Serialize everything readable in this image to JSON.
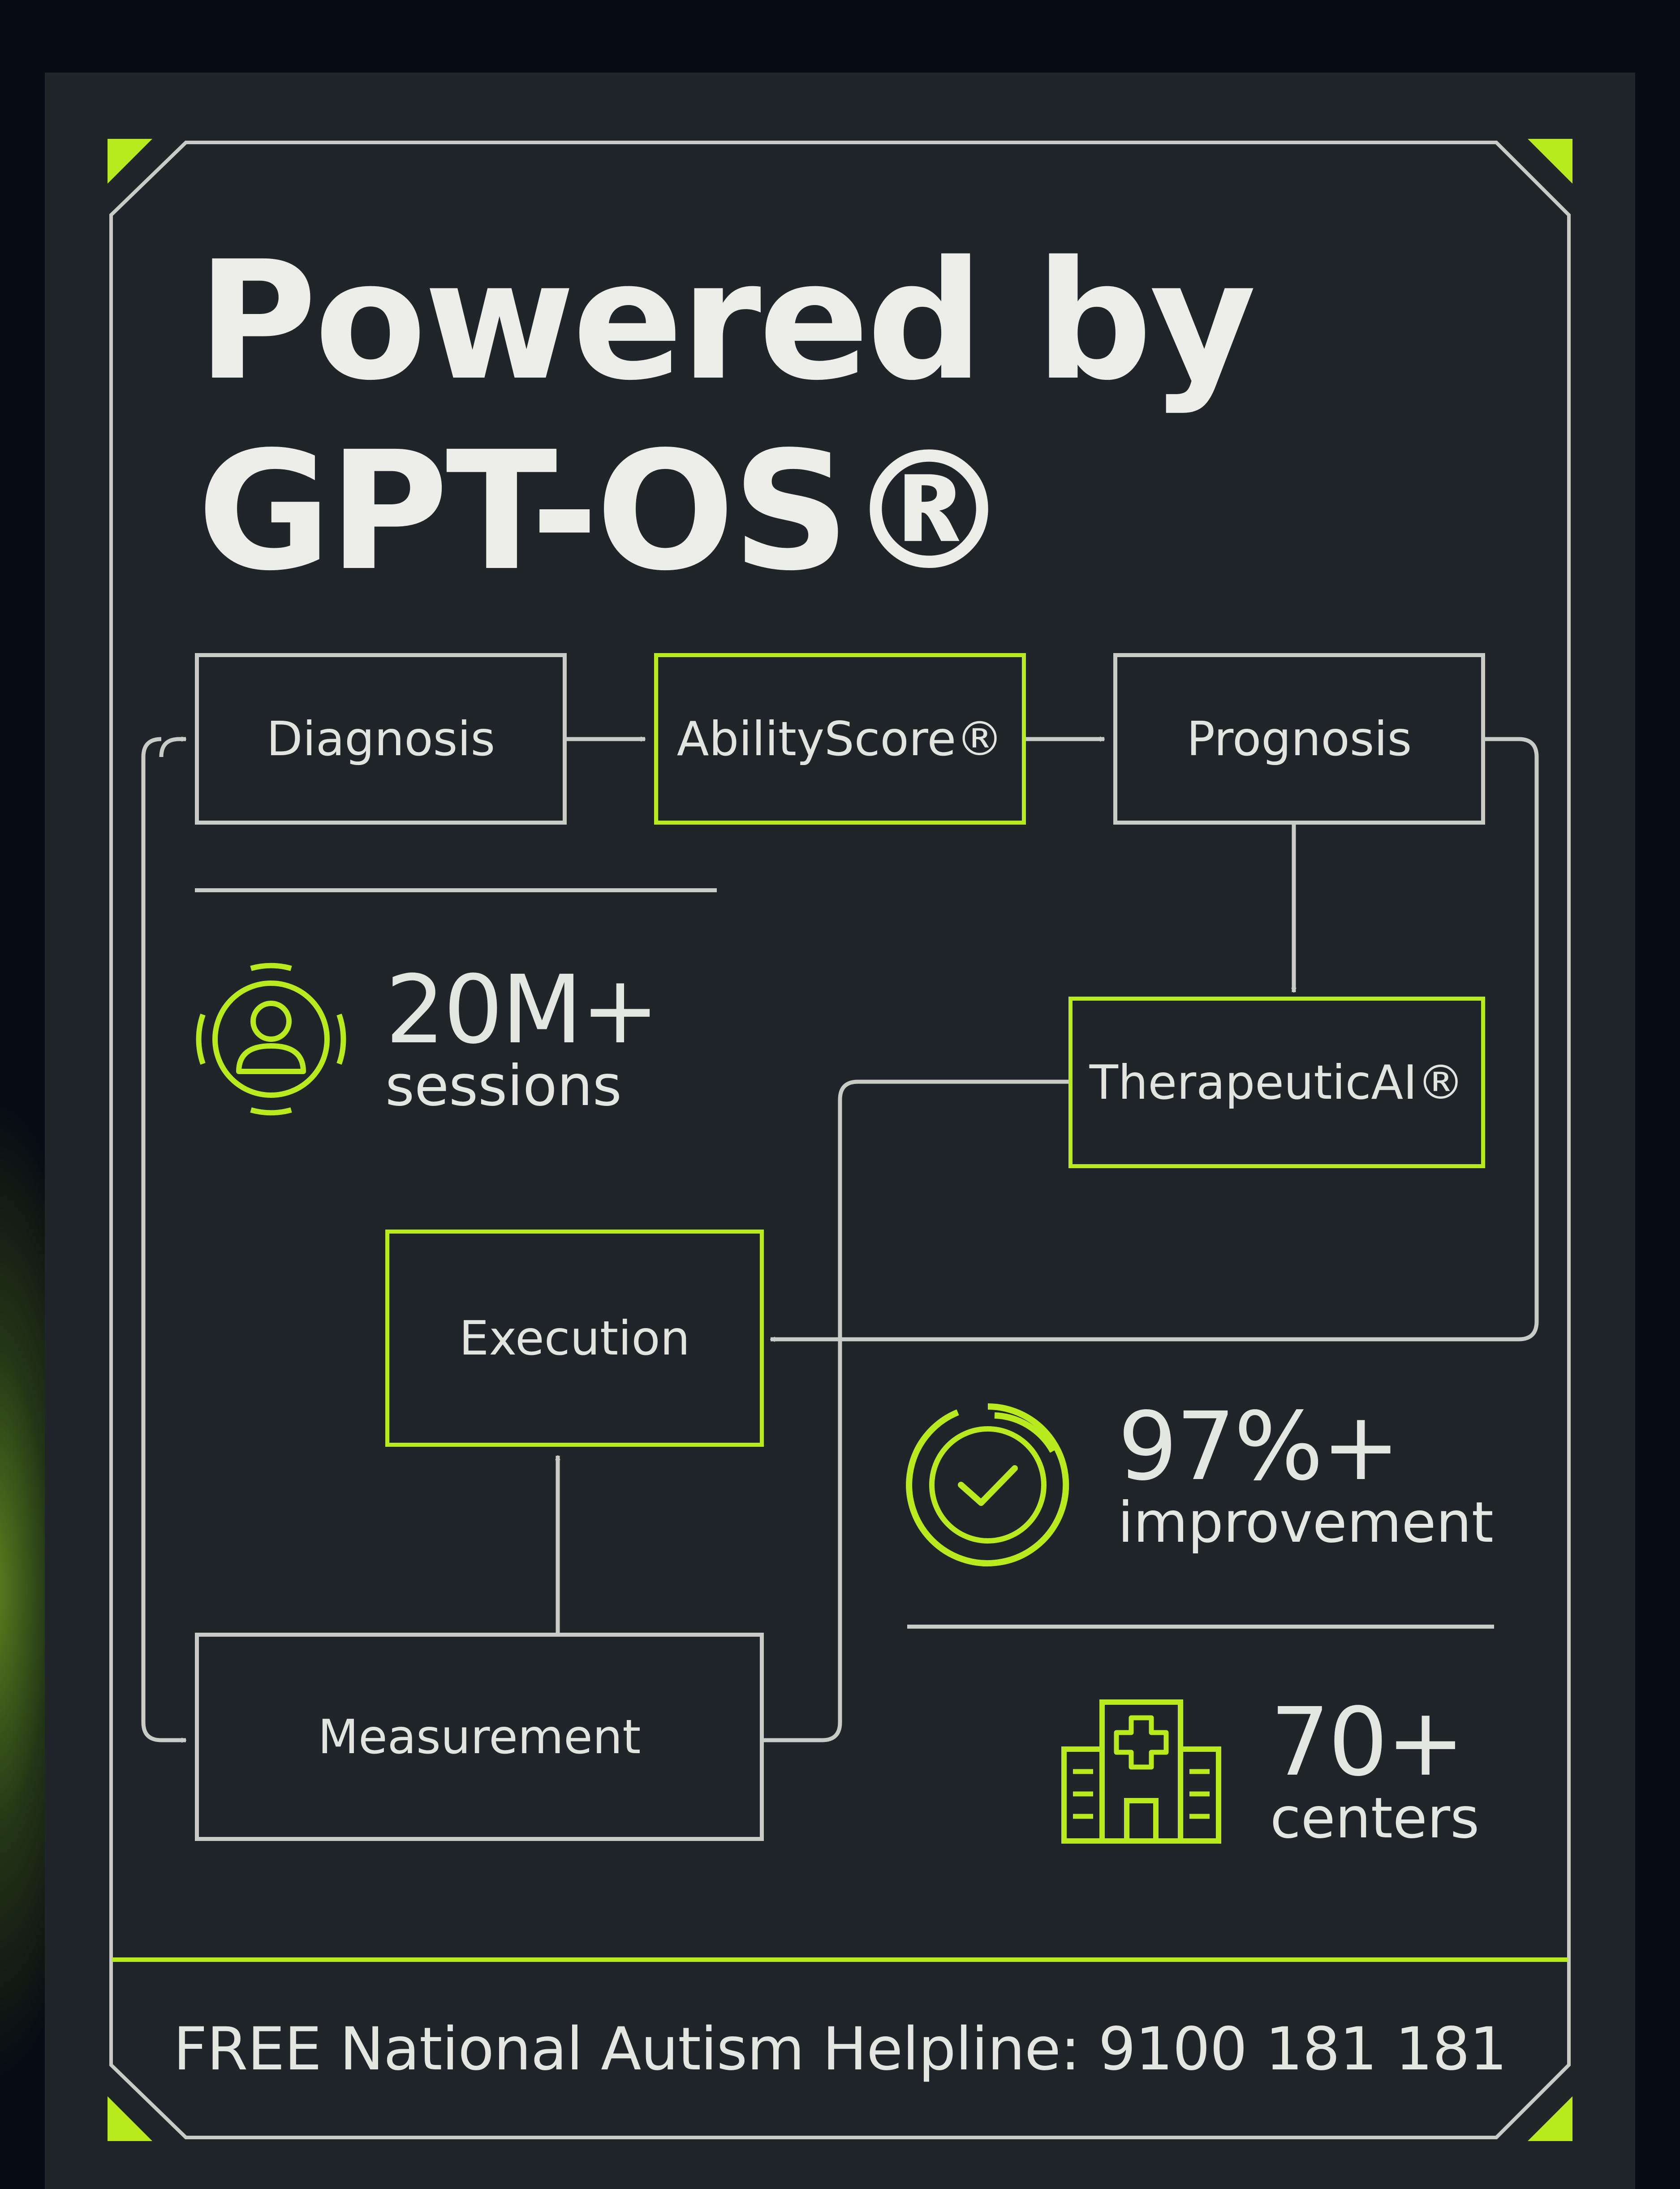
{
  "title": {
    "line1": "Powered by",
    "line2": "GPT-OS®"
  },
  "flow": {
    "diagnosis": "Diagnosis",
    "ability_score": "AbilityScore®",
    "prognosis": "Prognosis",
    "therapeutic_ai": "TherapeuticAI®",
    "execution": "Execution",
    "measurement": "Measurement"
  },
  "stats": {
    "sessions": {
      "value": "20M+",
      "label": "sessions",
      "icon": "user-icon"
    },
    "improvement": {
      "value": "97%+",
      "label": "improvement",
      "icon": "check-circle-icon"
    },
    "centers": {
      "value": "70+",
      "label": "centers",
      "icon": "hospital-icon"
    }
  },
  "footer": {
    "helpline": "FREE National Autism Helpline: 9100 181 181"
  },
  "colors": {
    "background": "#070b13",
    "panel": "#1f2528",
    "accent": "#b8ea1e",
    "line": "#c9cbc7",
    "text": "#e4e6e2"
  }
}
